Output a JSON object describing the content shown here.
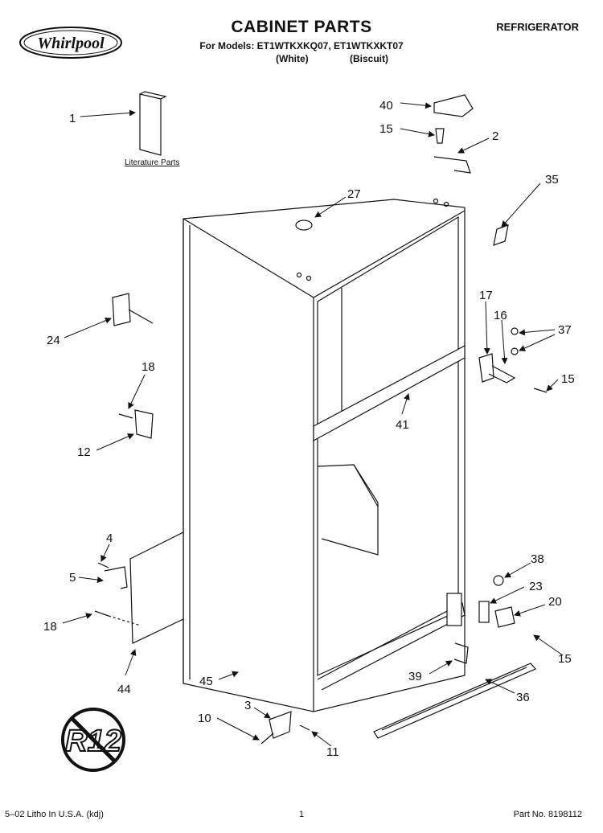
{
  "header": {
    "brand": "Whirlpool",
    "title": "CABINET PARTS",
    "models_line": "For Models: ET1WTKXKQ07, ET1WTKXKT07",
    "variant_white": "(White)",
    "variant_biscuit": "(Biscuit)",
    "product": "REFRIGERATOR"
  },
  "literature_label": "Literature Parts",
  "callouts": [
    "1",
    "40",
    "15",
    "2",
    "35",
    "27",
    "24",
    "18",
    "12",
    "17",
    "16",
    "37",
    "15",
    "41",
    "4",
    "5",
    "18",
    "44",
    "38",
    "23",
    "20",
    "15",
    "39",
    "36",
    "45",
    "3",
    "10",
    "11"
  ],
  "badge": {
    "text": "R12"
  },
  "footer": {
    "litho": "5–02 Litho In U.S.A. (kdj)",
    "page": "1",
    "part_no": "Part No. 8198112"
  }
}
